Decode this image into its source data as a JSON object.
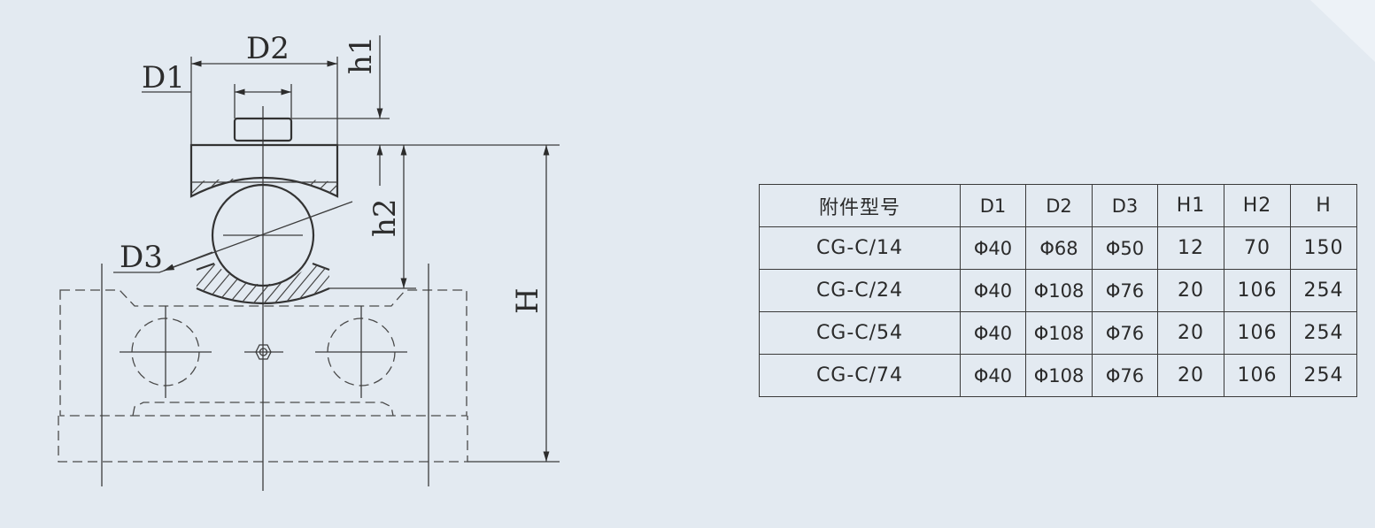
{
  "colors": {
    "background": "#e3eaf1",
    "line": "#3c3c3c"
  },
  "drawing": {
    "labels": {
      "d1": "D1",
      "d2": "D2",
      "d3": "D3",
      "h1": "h1",
      "h2": "h2",
      "h": "H"
    }
  },
  "table": {
    "headers": [
      "附件型号",
      "D1",
      "D2",
      "D3",
      "H1",
      "H2",
      "H"
    ],
    "rows": [
      [
        "CG-C/14",
        "Φ40",
        "Φ68",
        "Φ50",
        "12",
        "70",
        "150"
      ],
      [
        "CG-C/24",
        "Φ40",
        "Φ108",
        "Φ76",
        "20",
        "106",
        "254"
      ],
      [
        "CG-C/54",
        "Φ40",
        "Φ108",
        "Φ76",
        "20",
        "106",
        "254"
      ],
      [
        "CG-C/74",
        "Φ40",
        "Φ108",
        "Φ76",
        "20",
        "106",
        "254"
      ]
    ]
  }
}
